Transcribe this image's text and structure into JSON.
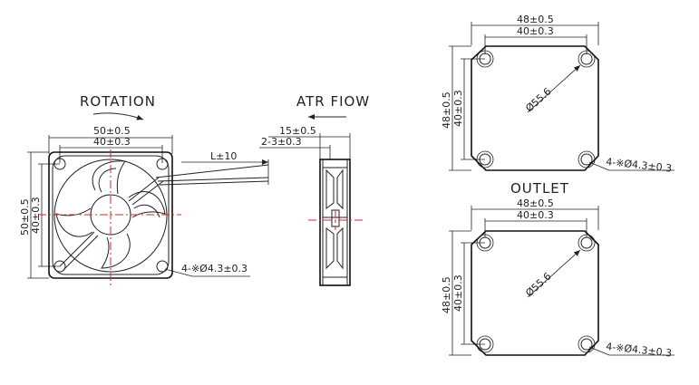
{
  "front_view": {
    "title": "ROTATION",
    "dim_outer_width": "50±0.5",
    "dim_hole_width": "40±0.3",
    "dim_outer_height": "50±0.5",
    "dim_hole_height": "40±0.3",
    "hole_callout": "4-※Ø4.3±0.3",
    "lead_length": "L±10"
  },
  "side_view": {
    "title": "ATR FIOW",
    "dim_thickness": "15±0.5",
    "dim_flange": "2-3±0.3"
  },
  "top_right_view": {
    "dim_outer_width": "48±0.5",
    "dim_hole_width": "40±0.3",
    "dim_outer_height": "48±0.5",
    "dim_hole_height": "40±0.3",
    "diameter": "Ø55.6",
    "hole_callout": "4-※Ø4.3±0.3"
  },
  "bottom_right_view": {
    "title": "OUTLET",
    "dim_outer_width": "48±0.5",
    "dim_hole_width": "40±0.3",
    "dim_outer_height": "48±0.5",
    "dim_hole_height": "40±0.3",
    "diameter": "Ø55.6",
    "hole_callout": "4-※Ø4.3±0.3"
  }
}
